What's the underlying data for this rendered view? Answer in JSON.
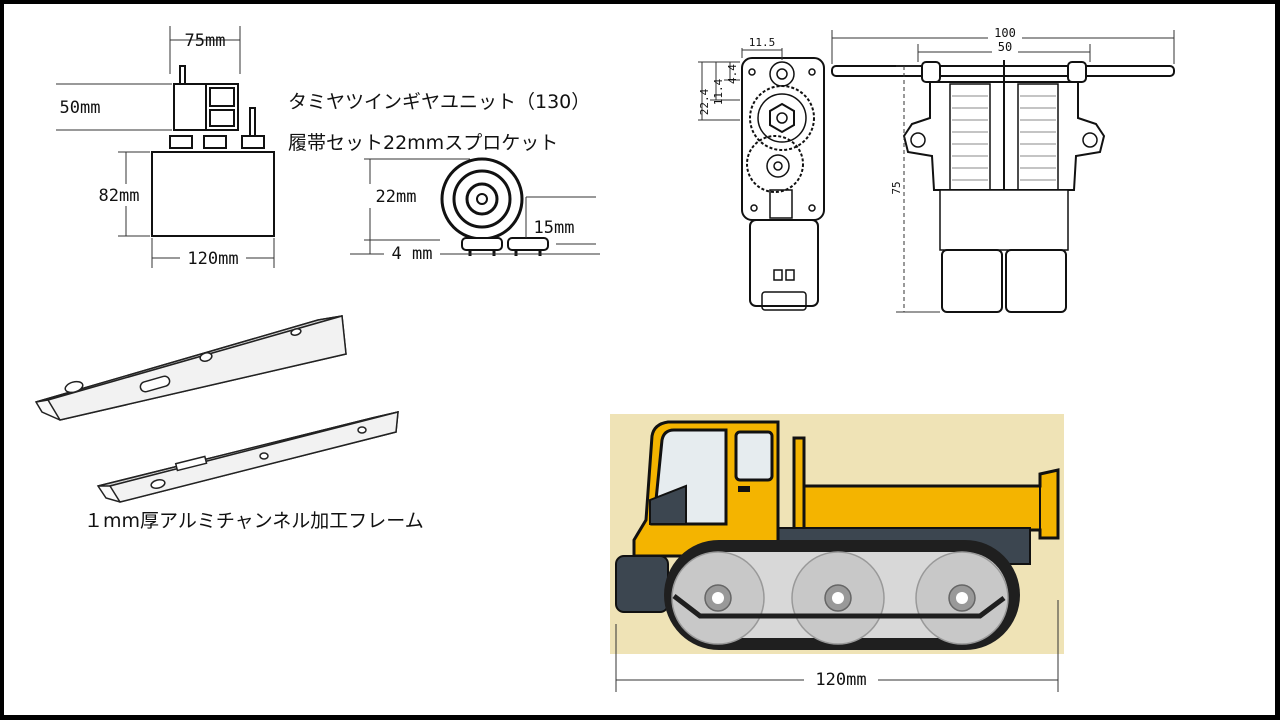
{
  "gearbox_sketch": {
    "width_top": "75mm",
    "height_gear": "50mm",
    "height_box": "82mm",
    "width_box": "120mm"
  },
  "sprocket_sketch": {
    "diameter": "22mm",
    "side": "15mm",
    "bottom": "4 mm"
  },
  "captions": {
    "gearbox": "タミヤツインギヤユニット（130）",
    "sprocket": "履帯セット22mmスプロケット",
    "frame": "１mm厚アルミチャンネル加工フレーム"
  },
  "tech_drawing": {
    "d_11_5": "11.5",
    "d_22_4": "22.4",
    "d_11_4": "11.4",
    "d_4_4": "4.4",
    "d_100": "100",
    "d_50": "50",
    "d_75": "75"
  },
  "vehicle": {
    "length": "120mm"
  },
  "colors": {
    "body": "#f4b400",
    "track": "#1f1f1f",
    "wheel": "#c8c8c8",
    "background": "#efe3b6",
    "dark_grey": "#3c4650"
  }
}
